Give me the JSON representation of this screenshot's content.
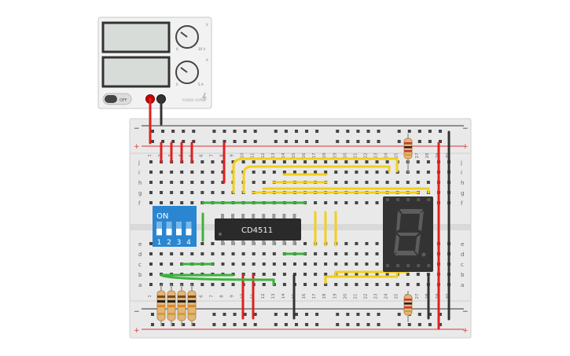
{
  "power_supply": {
    "voltage_knob_label_top": "V",
    "voltage_knob_range_min": "0",
    "voltage_knob_range_max": "30 V",
    "current_knob_label_top": "A",
    "current_knob_range_min": "0",
    "current_knob_range_max": "5 A",
    "off_label": "OFF",
    "brand_text": "POWER SUPPLY",
    "lightning_icon": "lightning-icon"
  },
  "breadboard": {
    "rail_minus": "−",
    "rail_plus": "+",
    "row_letters_top": [
      "j",
      "i",
      "h",
      "g",
      "f"
    ],
    "row_letters_bottom": [
      "e",
      "d",
      "c",
      "b",
      "a"
    ],
    "column_numbers_top": [
      "1",
      "2",
      "3",
      "4",
      "5",
      "6",
      "7",
      "8",
      "9",
      "10",
      "11",
      "12",
      "13",
      "14",
      "15",
      "16",
      "17",
      "18",
      "19",
      "20",
      "21",
      "22",
      "23",
      "24",
      "25",
      "26",
      "27",
      "28",
      "29",
      "30"
    ],
    "column_numbers_bottom": [
      "1",
      "2",
      "3",
      "4",
      "5",
      "6",
      "7",
      "8",
      "9",
      "10",
      "11",
      "12",
      "13",
      "14",
      "15",
      "16",
      "17",
      "18",
      "19",
      "20",
      "21",
      "22",
      "23",
      "24",
      "25",
      "26",
      "27",
      "28",
      "29",
      "30"
    ]
  },
  "dip_switch": {
    "on_label": "ON",
    "switch_numbers": [
      "1",
      "2",
      "3",
      "4"
    ]
  },
  "ic_chip": {
    "part_label": "CD4511"
  },
  "seven_segment": {
    "digit_shown": "8"
  },
  "colors": {
    "wire_red": "#e02020",
    "wire_black": "#333333",
    "wire_yellow": "#f2cf1c",
    "wire_green": "#3db13d",
    "dip_blue": "#2a86d1",
    "chip_black": "#2a2a2a",
    "display_dark": "#333333",
    "board_bg": "#e9e9e9"
  }
}
